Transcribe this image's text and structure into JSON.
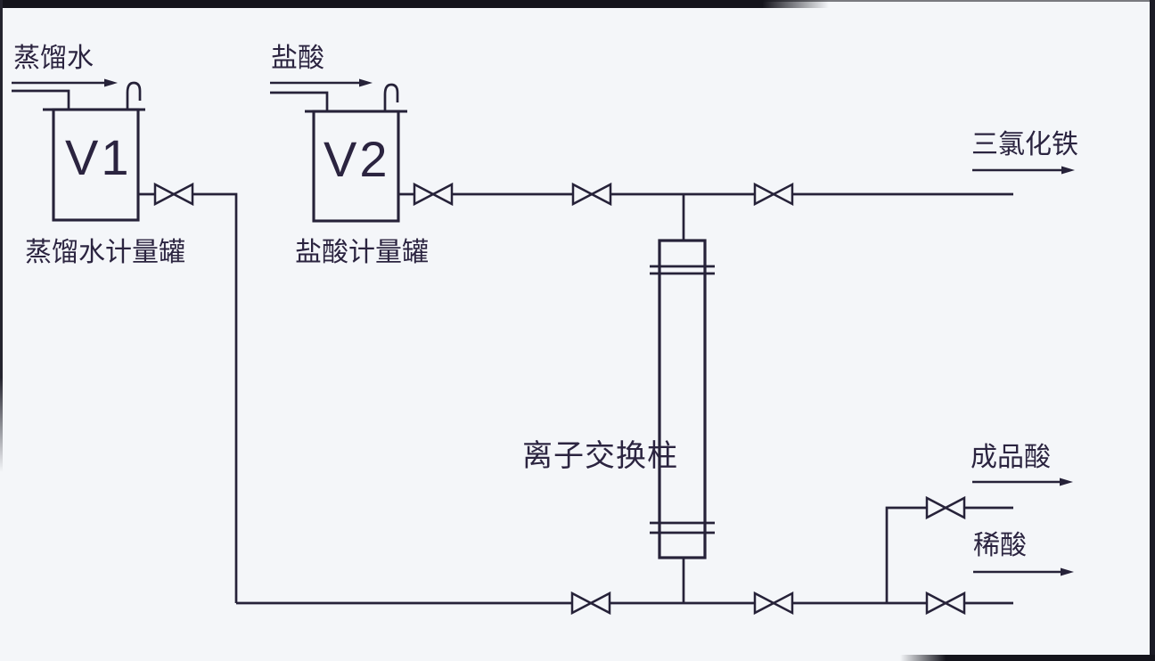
{
  "diagram": {
    "type": "process-flow-diagram",
    "streams": {
      "distilled_water": "蒸馏水",
      "hydrochloric_acid": "盐酸",
      "ferric_chloride": "三氯化铁",
      "product_acid": "成品酸",
      "dilute_acid": "稀酸"
    },
    "equipment": {
      "tank1_id": "V1",
      "tank1_caption": "蒸馏水计量罐",
      "tank2_id": "V2",
      "tank2_caption": "盐酸计量罐",
      "column_caption": "离子交换柱"
    },
    "colors": {
      "line": "#262239",
      "text": "#2b2440",
      "background": "#f4f6f9",
      "border": "#14141c"
    }
  }
}
